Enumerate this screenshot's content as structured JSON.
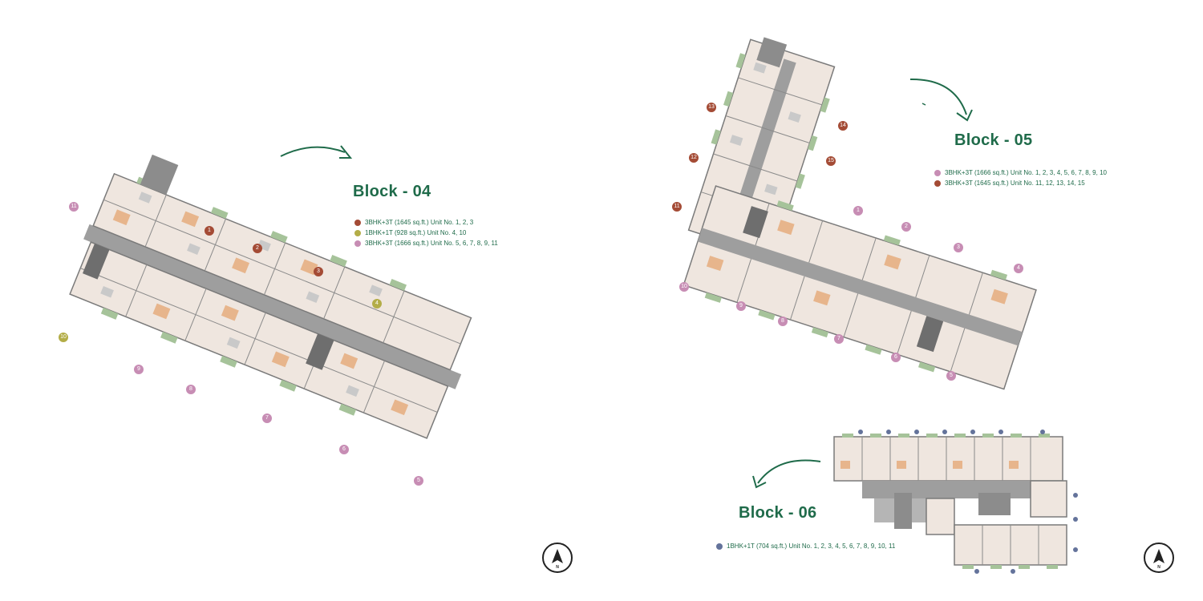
{
  "colors": {
    "title_green": "#1f6b4a",
    "unit_3bhk_1645": "#a44b35",
    "unit_1bhk_928": "#b3ad47",
    "unit_3bhk_1666": "#c78db4",
    "unit_1bhk_704": "#64739b",
    "corridor": "#9e9e9e",
    "room_floor": "#efe6df",
    "balcony_green": "#a6c39a",
    "wall": "#7a7a7a"
  },
  "icons": {
    "compass": "north-compass-icon",
    "direction_arrow": "curved-arrow-icon"
  },
  "block04": {
    "title": "Block - 04",
    "legend": [
      {
        "label": "3BHK+3T (1645 sq.ft.) Unit No. 1, 2, 3",
        "color": "#a44b35"
      },
      {
        "label": "1BHK+1T (928 sq.ft.) Unit No. 4, 10",
        "color": "#b3ad47"
      },
      {
        "label": "3BHK+3T (1666 sq.ft.) Unit No. 5, 6, 7, 8, 9, 11",
        "color": "#c78db4"
      }
    ],
    "units": [
      {
        "no": "1",
        "color": "#a44b35"
      },
      {
        "no": "2",
        "color": "#a44b35"
      },
      {
        "no": "3",
        "color": "#a44b35"
      },
      {
        "no": "4",
        "color": "#b3ad47"
      },
      {
        "no": "5",
        "color": "#c78db4"
      },
      {
        "no": "6",
        "color": "#c78db4"
      },
      {
        "no": "7",
        "color": "#c78db4"
      },
      {
        "no": "8",
        "color": "#c78db4"
      },
      {
        "no": "9",
        "color": "#c78db4"
      },
      {
        "no": "10",
        "color": "#b3ad47"
      },
      {
        "no": "11",
        "color": "#c78db4"
      }
    ]
  },
  "block05": {
    "title": "Block - 05",
    "legend": [
      {
        "label": "3BHK+3T (1666 sq.ft.) Unit No. 1, 2, 3, 4, 5, 6, 7, 8, 9, 10",
        "color": "#c78db4"
      },
      {
        "label": "3BHK+3T (1645 sq.ft.) Unit No. 11, 12, 13, 14, 15",
        "color": "#a44b35"
      }
    ],
    "units": [
      {
        "no": "1",
        "color": "#c78db4"
      },
      {
        "no": "2",
        "color": "#c78db4"
      },
      {
        "no": "3",
        "color": "#c78db4"
      },
      {
        "no": "4",
        "color": "#c78db4"
      },
      {
        "no": "5",
        "color": "#c78db4"
      },
      {
        "no": "6",
        "color": "#c78db4"
      },
      {
        "no": "7",
        "color": "#c78db4"
      },
      {
        "no": "8",
        "color": "#c78db4"
      },
      {
        "no": "9",
        "color": "#c78db4"
      },
      {
        "no": "10",
        "color": "#c78db4"
      },
      {
        "no": "11",
        "color": "#a44b35"
      },
      {
        "no": "12",
        "color": "#a44b35"
      },
      {
        "no": "13",
        "color": "#a44b35"
      },
      {
        "no": "14",
        "color": "#a44b35"
      },
      {
        "no": "15",
        "color": "#a44b35"
      }
    ]
  },
  "block06": {
    "title": "Block - 06",
    "legend": [
      {
        "label": "1BHK+1T (704 sq.ft.) Unit No. 1, 2, 3, 4, 5, 6, 7, 8, 9, 10, 11",
        "color": "#64739b"
      }
    ]
  },
  "compass_label": "N"
}
